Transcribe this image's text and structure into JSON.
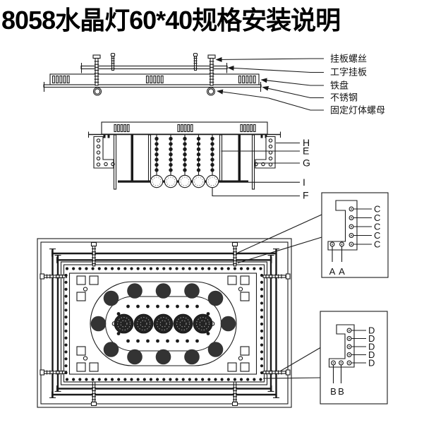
{
  "title": "8058水晶灯60*40规格安装说明",
  "colors": {
    "ink": "#1a1a1a",
    "background": "#ffffff"
  },
  "side_view": {
    "labels": [
      "挂板螺丝",
      "工字挂板",
      "铁盘",
      "不锈钢",
      "固定灯体螺母"
    ]
  },
  "section_view": {
    "labels": [
      "H",
      "E",
      "G",
      "I",
      "F"
    ]
  },
  "detail_boxes": [
    {
      "hole_labels": [
        "C",
        "C",
        "C",
        "C",
        "C"
      ],
      "screw_labels": [
        "A",
        "A"
      ]
    },
    {
      "hole_labels": [
        "D",
        "D",
        "D",
        "D",
        "D"
      ],
      "screw_labels": [
        "B",
        "B"
      ]
    }
  ]
}
